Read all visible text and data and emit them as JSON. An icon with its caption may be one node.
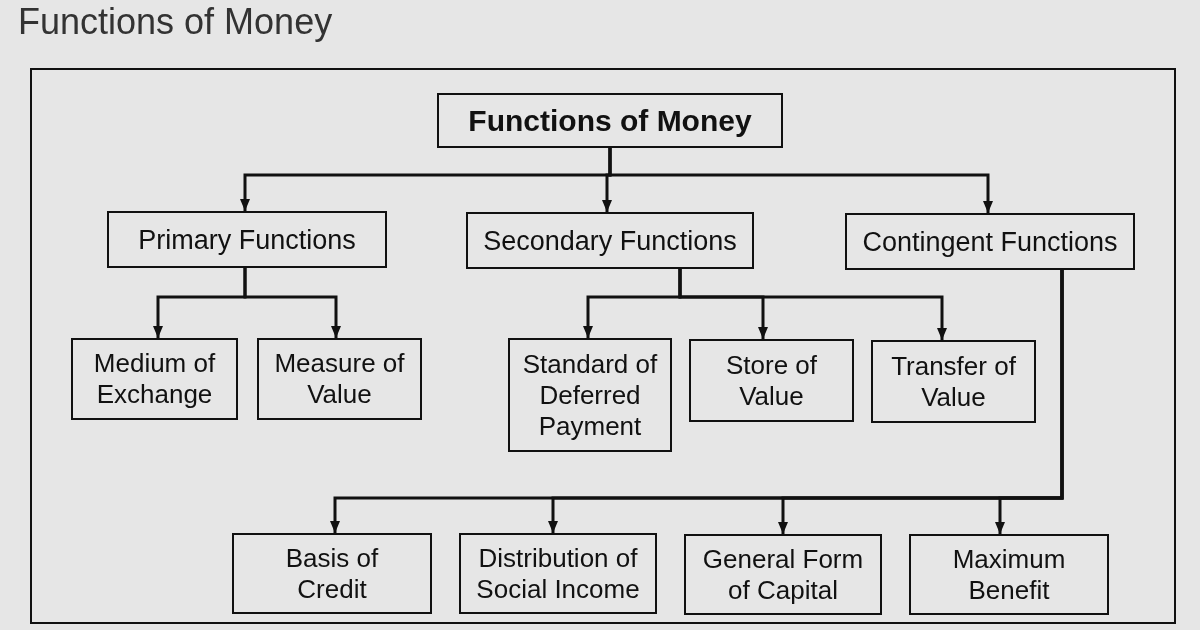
{
  "diagram": {
    "title": "Functions of Money",
    "nodes": [
      {
        "text": [
          "Functions of Money"
        ]
      },
      {
        "text": [
          "Primary Functions"
        ]
      },
      {
        "text": [
          "Secondary Functions"
        ]
      },
      {
        "text": [
          "Contingent Functions"
        ]
      },
      {
        "text": [
          "Medium of Exchange"
        ]
      },
      {
        "text": [
          "Measure of Value"
        ]
      },
      {
        "text": [
          "Standard of Deferred Payment"
        ]
      },
      {
        "text": [
          "Store of Value"
        ]
      },
      {
        "text": [
          "Transfer of Value"
        ]
      },
      {
        "text": [
          "Basis of Credit"
        ]
      },
      {
        "text": [
          "Distribution of Social Income"
        ]
      },
      {
        "text": [
          "General Form of Capital"
        ]
      },
      {
        "text": [
          "Maximum Benefit"
        ]
      }
    ],
    "edges": [
      {
        "from": 0,
        "to": 1,
        "arrow": "to"
      },
      {
        "from": 0,
        "to": 2,
        "arrow": "to"
      },
      {
        "from": 0,
        "to": 3,
        "arrow": "to"
      },
      {
        "from": 1,
        "to": 4,
        "arrow": "to"
      },
      {
        "from": 1,
        "to": 5,
        "arrow": "to"
      },
      {
        "from": 2,
        "to": 6,
        "arrow": "to"
      },
      {
        "from": 2,
        "to": 7,
        "arrow": "to"
      },
      {
        "from": 2,
        "to": 8,
        "arrow": "to"
      },
      {
        "from": 3,
        "to": 9,
        "arrow": "to"
      },
      {
        "from": 3,
        "to": 10,
        "arrow": "to"
      },
      {
        "from": 3,
        "to": 11,
        "arrow": "to"
      },
      {
        "from": 3,
        "to": 12,
        "arrow": "to"
      }
    ]
  }
}
